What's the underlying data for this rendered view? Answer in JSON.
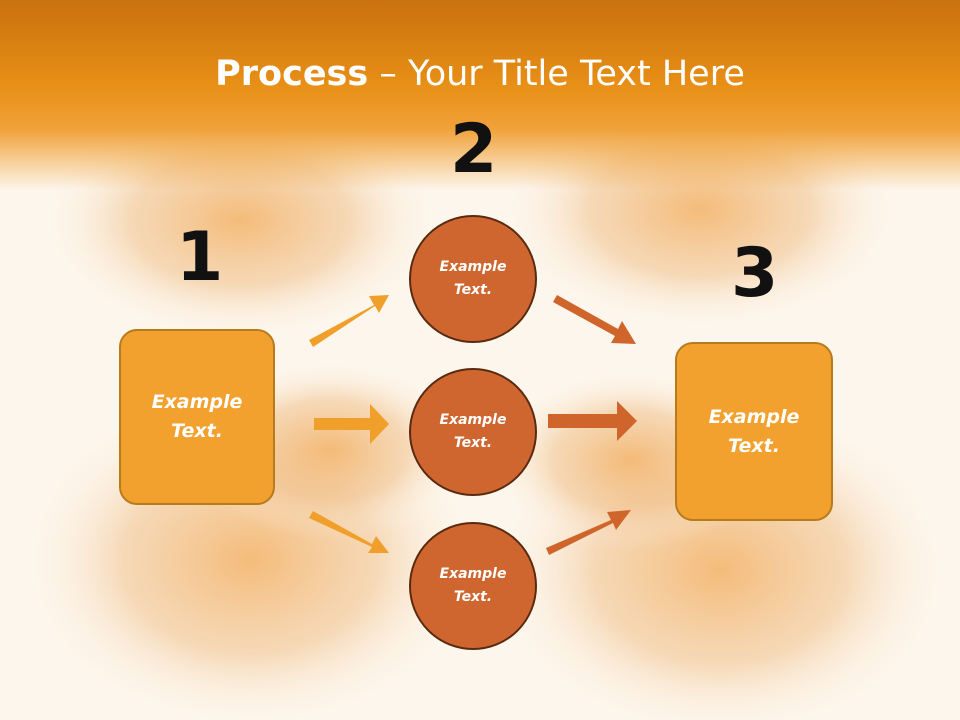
{
  "slide": {
    "title_bold": "Process",
    "title_rest": " – Your Title Text Here"
  },
  "steps": {
    "one": "1",
    "two": "2",
    "three": "3"
  },
  "left_box": {
    "line1": "Example",
    "line2": "Text."
  },
  "right_box": {
    "line1": "Example",
    "line2": "Text."
  },
  "circles": [
    {
      "line1": "Example",
      "line2": "Text."
    },
    {
      "line1": "Example",
      "line2": "Text."
    },
    {
      "line1": "Example",
      "line2": "Text."
    }
  ],
  "colors": {
    "title_bar": "#e88f16",
    "box_fill": "#f2a12e",
    "circle_fill": "#cf6630",
    "arrow_left": "#f0a02a",
    "arrow_right": "#d0652c"
  }
}
